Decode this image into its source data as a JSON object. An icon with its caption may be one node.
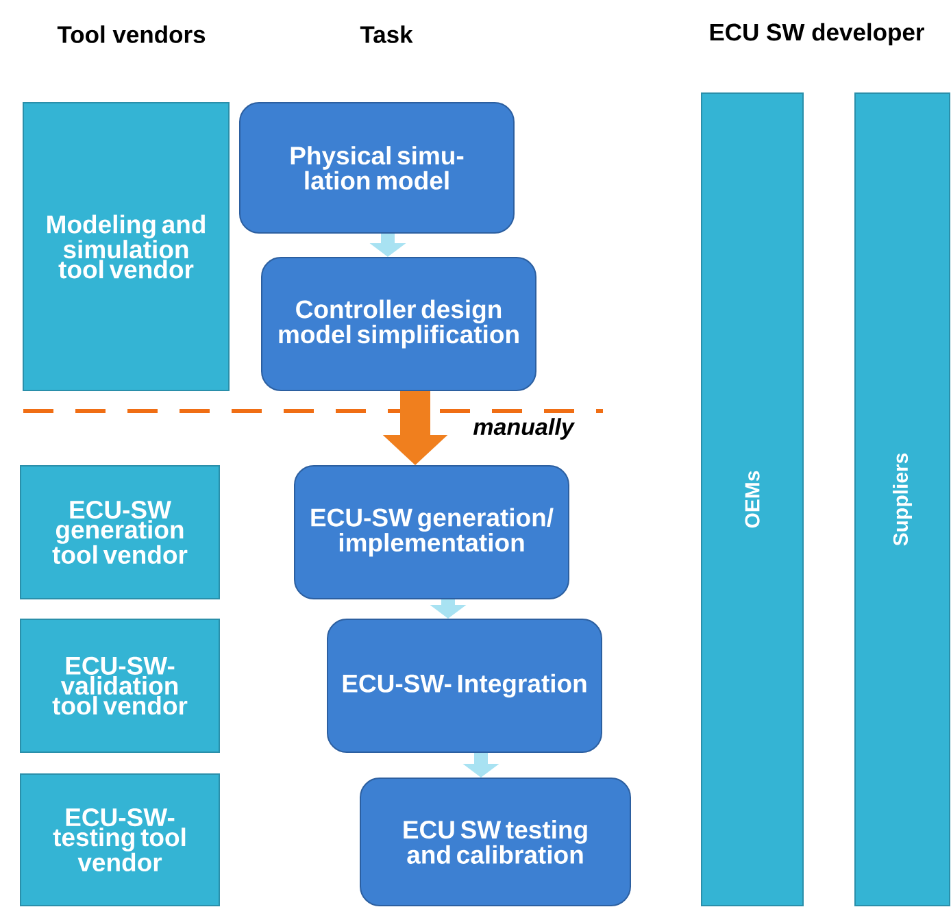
{
  "diagram": {
    "nodes": [
      {
        "text": [
          "Modeling and simulation tool vendor"
        ]
      },
      {
        "text": [
          "Physical simu- lation model"
        ]
      },
      {
        "text": [
          "Controller design model simplification"
        ]
      },
      {
        "text": [
          "ECU-SW generation tool vendor"
        ]
      },
      {
        "text": [
          "ECU-SW generation/ implementation"
        ]
      },
      {
        "text": [
          "ECU-SW- validation tool vendor"
        ]
      },
      {
        "text": [
          "ECU-SW- Integration"
        ]
      },
      {
        "text": [
          "ECU-SW- testing tool vendor"
        ]
      },
      {
        "text": [
          "ECU SW testing and calibration"
        ]
      },
      {
        "text": [
          "OEMs"
        ]
      },
      {
        "text": [
          "Suppliers"
        ]
      }
    ],
    "edges": [
      {
        "from": 1,
        "to": 2,
        "arrow": "to"
      },
      {
        "from": 2,
        "to": 4,
        "arrow": "to",
        "label": "manually",
        "style": "thick",
        "color": "#f07f1e"
      },
      {
        "from": 4,
        "to": 6,
        "arrow": "to"
      },
      {
        "from": 6,
        "to": 8,
        "arrow": "to"
      }
    ],
    "labels": [
      "Tool vendors",
      "Task",
      "ECU SW developer"
    ]
  }
}
